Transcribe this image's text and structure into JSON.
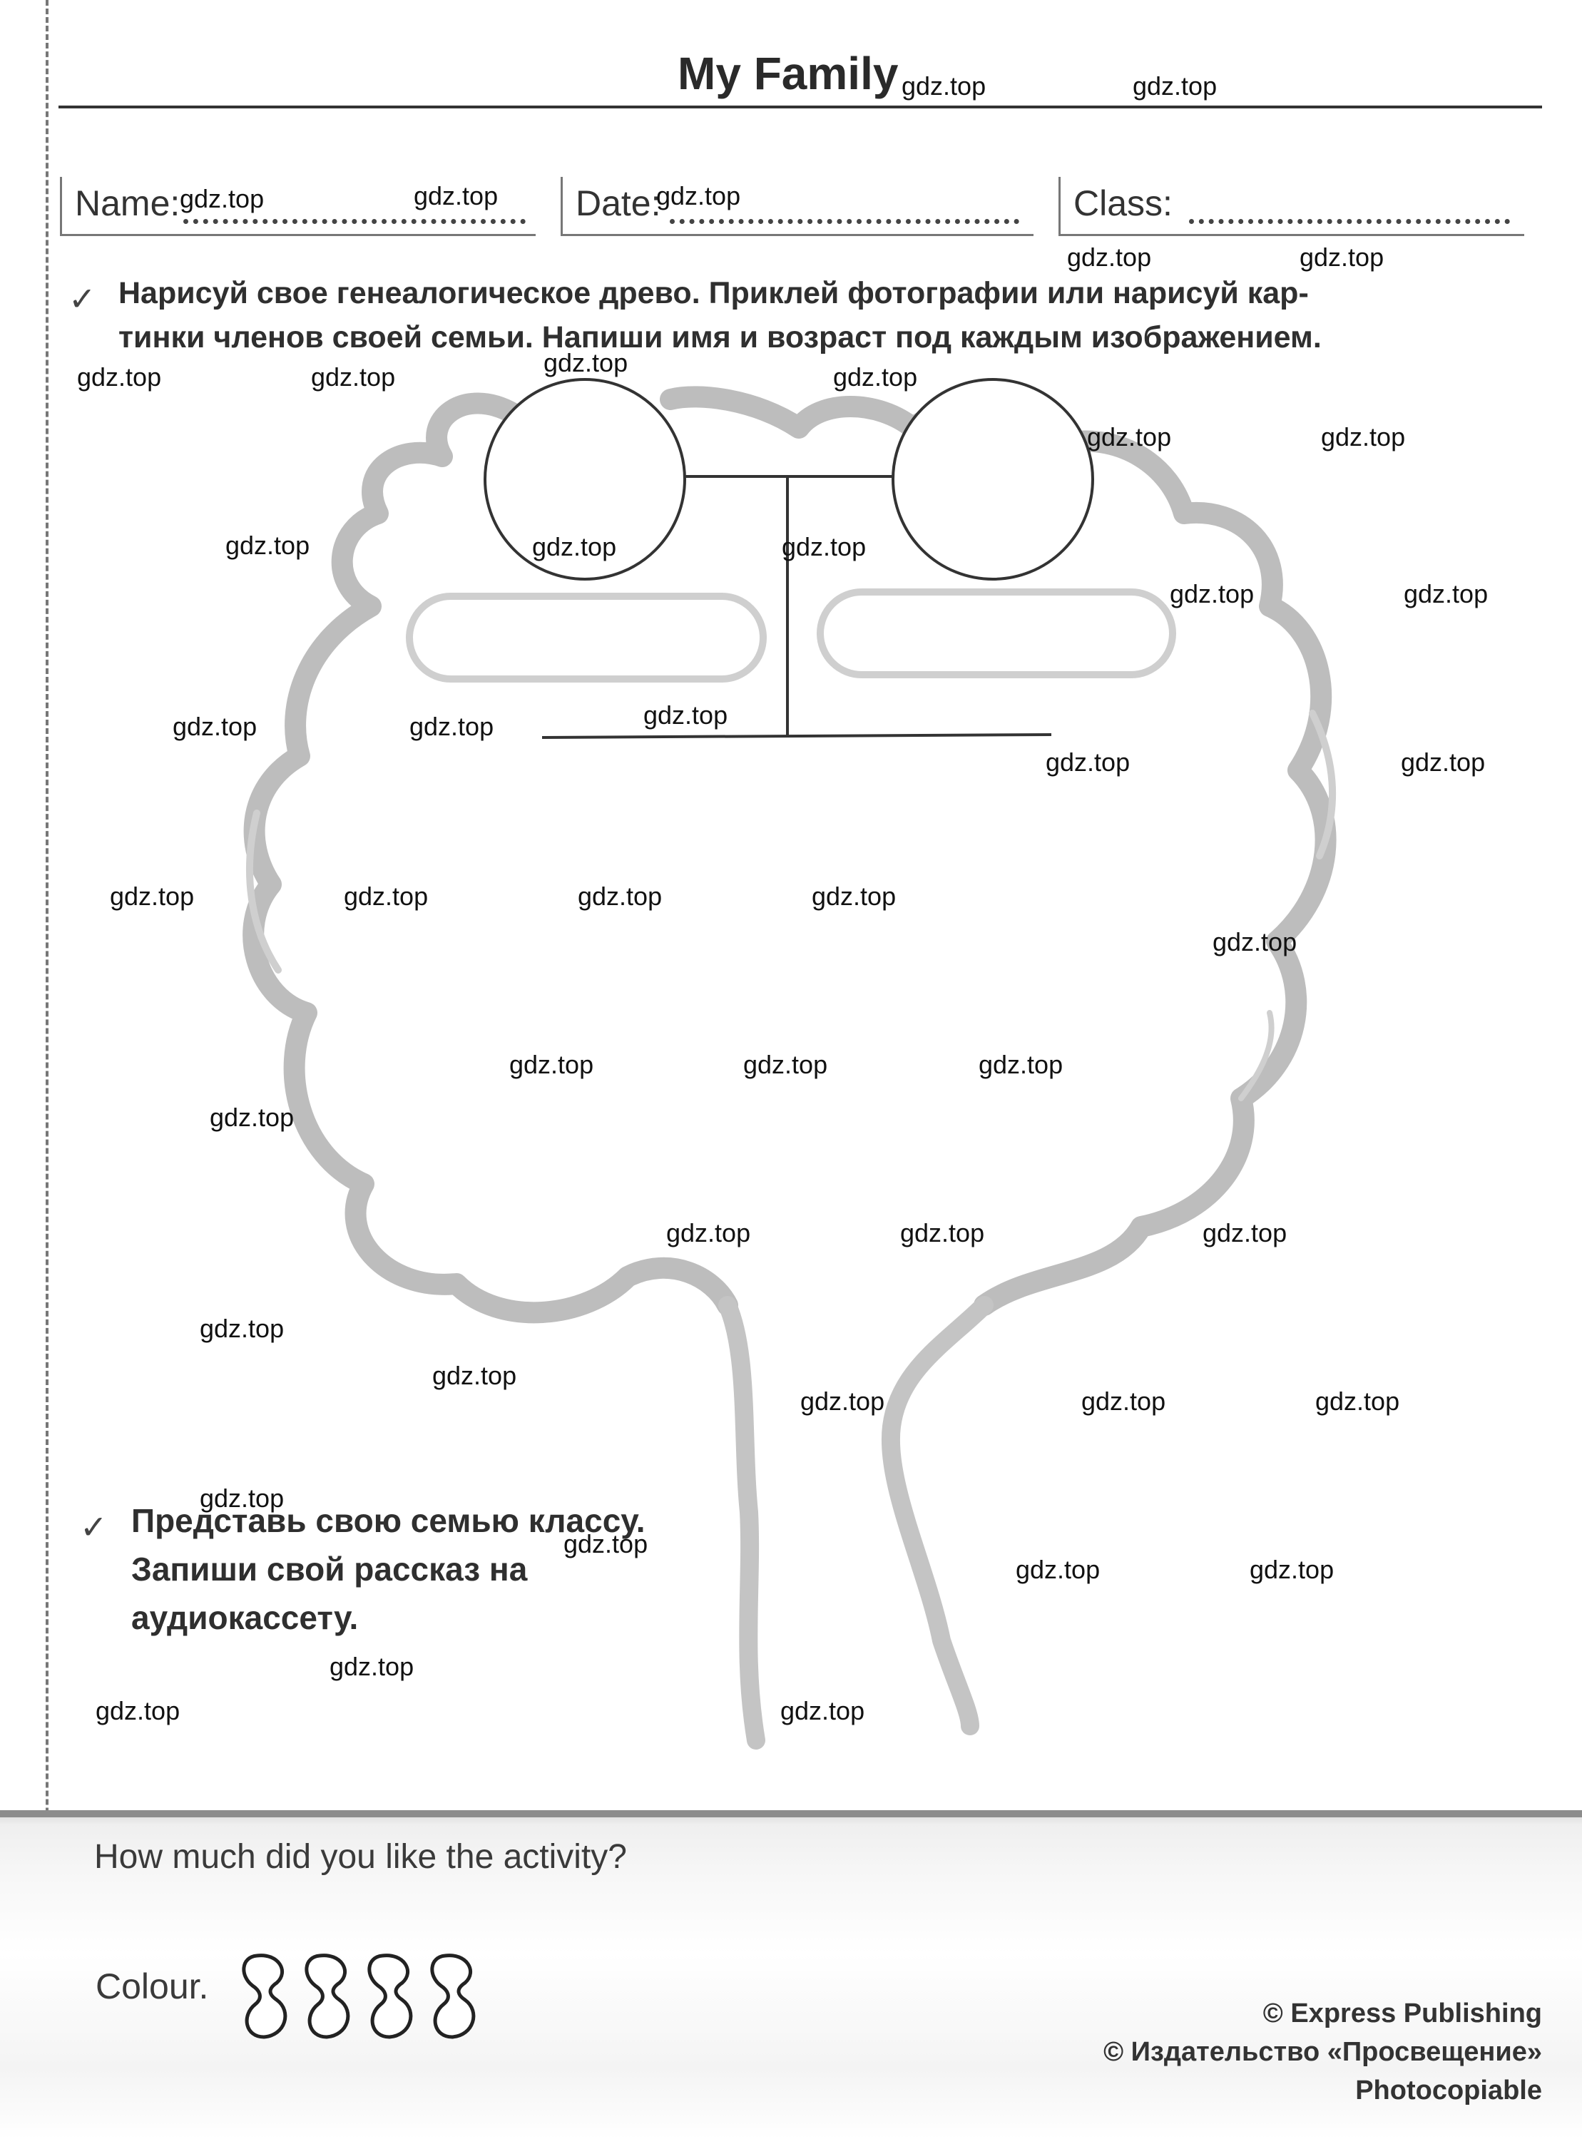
{
  "header": {
    "title": "My Family"
  },
  "fields": {
    "name_label": "Name:",
    "date_label": "Date:",
    "class_label": "Class:"
  },
  "instructions": {
    "task1_line1": "Нарисуй свое генеалогическое древо. Приклей фотографии или нарисуй кар-",
    "task1_line2": "тинки членов своей семьи. Напиши имя и возраст под каждым изображением.",
    "task2_line1": "Представь свою семью классу.",
    "task2_line2": "Запиши свой рассказ на",
    "task2_line3": "аудиокассету.",
    "check_glyph": "✓"
  },
  "feedback": {
    "question": "How much did you like the activity?",
    "colour_label": "Colour.",
    "rating_icon_count": 4
  },
  "footer": {
    "copyright1": "© Express Publishing",
    "copyright2": "© Издательство «Просвещение»",
    "photocopiable": "Photocopiable"
  },
  "watermark": {
    "text": "gdz.top",
    "count": 47
  },
  "colors": {
    "tree_outline": "#b5b5b5",
    "text": "#2f2f2f",
    "lines": "#333333"
  }
}
